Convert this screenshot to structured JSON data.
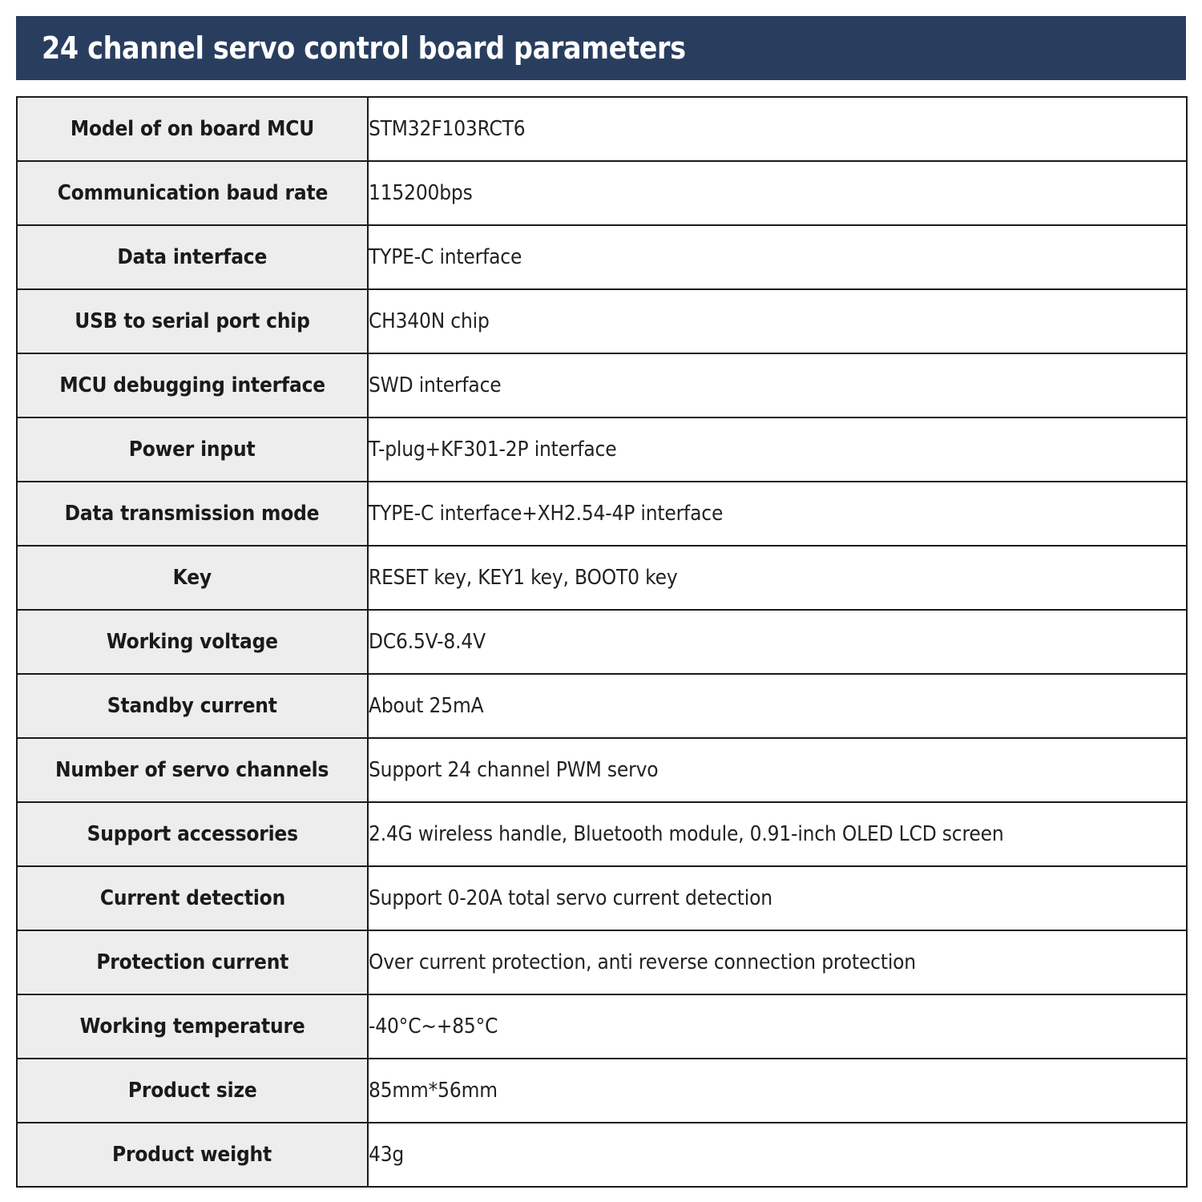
{
  "header": {
    "title": "24 channel servo control board parameters",
    "background_color": "#293E5F",
    "text_color": "#FFFFFF"
  },
  "table": {
    "label_background_color": "#EDEDED",
    "value_background_color": "#FFFFFF",
    "border_color": "#1A1A1A",
    "rows": [
      {
        "label": "Model of on board MCU",
        "value": "STM32F103RCT6"
      },
      {
        "label": "Communication baud rate",
        "value": "115200bps"
      },
      {
        "label": "Data interface",
        "value": "TYPE-C interface"
      },
      {
        "label": "USB to serial port chip",
        "value": "CH340N chip"
      },
      {
        "label": "MCU debugging interface",
        "value": "SWD interface"
      },
      {
        "label": "Power input",
        "value": "T-plug+KF301-2P interface"
      },
      {
        "label": "Data transmission mode",
        "value": "TYPE-C interface+XH2.54-4P interface"
      },
      {
        "label": "Key",
        "value": "RESET key, KEY1 key, BOOT0 key"
      },
      {
        "label": "Working voltage",
        "value": "DC6.5V-8.4V"
      },
      {
        "label": "Standby current",
        "value": "About 25mA"
      },
      {
        "label": "Number of servo channels",
        "value": "Support 24 channel PWM servo"
      },
      {
        "label": "Support accessories",
        "value": "2.4G wireless handle, Bluetooth module, 0.91-inch OLED LCD screen"
      },
      {
        "label": "Current detection",
        "value": "Support 0-20A total servo current detection"
      },
      {
        "label": "Protection current",
        "value": "Over current protection, anti reverse connection protection"
      },
      {
        "label": "Working temperature",
        "value": "-40°C~+85°C"
      },
      {
        "label": "Product size",
        "value": "85mm*56mm"
      },
      {
        "label": "Product weight",
        "value": "43g"
      }
    ]
  }
}
